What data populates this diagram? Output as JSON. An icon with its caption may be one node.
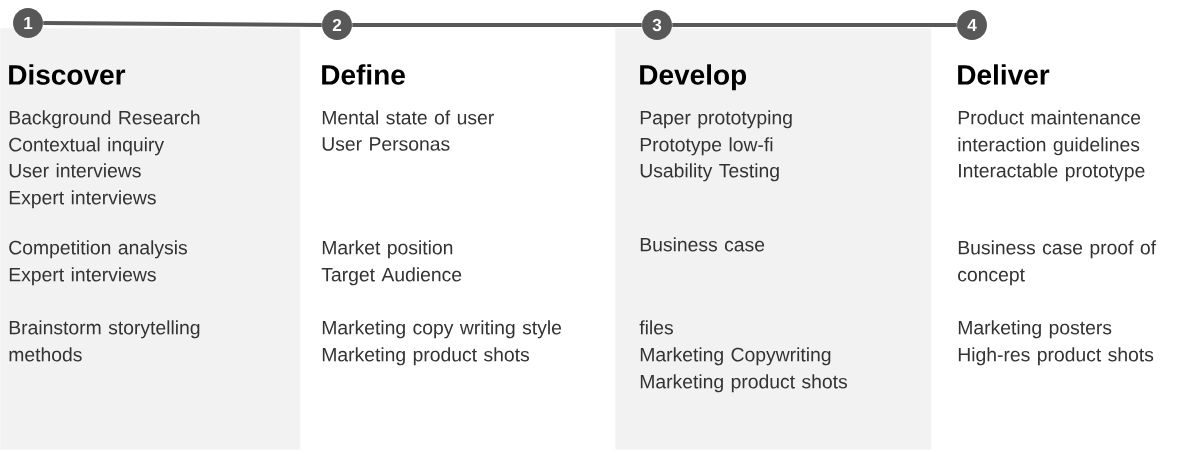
{
  "diagram": {
    "nodes": [
      {
        "text": [
          "Discover",
          "Background Research",
          "Contextual inquiry",
          "User interviews",
          "Expert interviews",
          "Competition analysis",
          "Expert interviews",
          "Brainstorm storytelling methods"
        ]
      },
      {
        "text": [
          "1"
        ]
      },
      {
        "text": [
          "Define",
          "Mental state of user",
          "User Personas",
          "Market position",
          "Target Audience",
          "Marketing copy writing style",
          "Marketing product shots"
        ]
      },
      {
        "text": [
          "2"
        ]
      },
      {
        "text": [
          "Develop",
          "Paper prototyping",
          "Prototype low-fi",
          "Usability Testing",
          "Business case",
          "files",
          "Marketing Copywriting",
          "Marketing product shots"
        ]
      },
      {
        "text": [
          "3"
        ]
      },
      {
        "text": [
          "Deliver",
          "Product maintenance",
          "interaction guidelines",
          "Interactable prototype",
          "Business case proof of concept",
          "Marketing posters",
          "High-res product shots"
        ]
      },
      {
        "text": [
          "4"
        ]
      }
    ],
    "edges": [
      {
        "from": 1,
        "to": 3,
        "arrow": "none"
      },
      {
        "from": 3,
        "to": 5,
        "arrow": "none"
      },
      {
        "from": 5,
        "to": 7,
        "arrow": "none"
      }
    ]
  }
}
